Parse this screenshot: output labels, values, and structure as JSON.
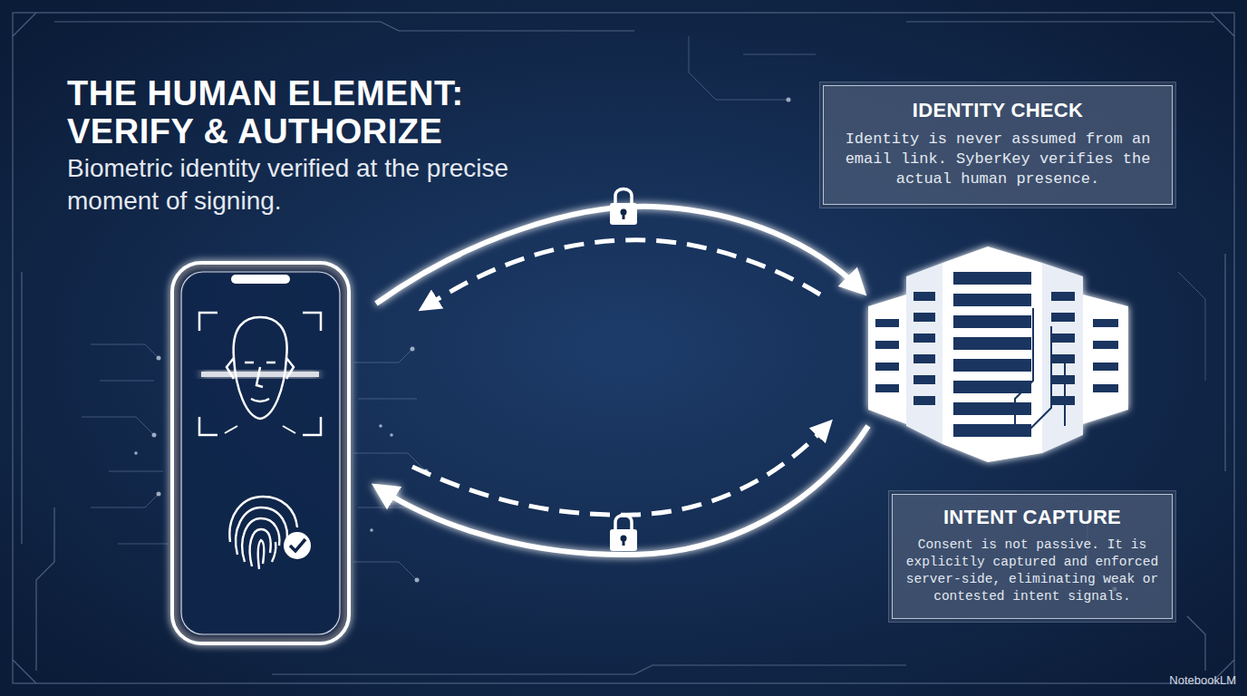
{
  "diagram": {
    "title": "THE HUMAN ELEMENT: VERIFY & AUTHORIZE",
    "nodes": [
      {
        "text": [
          "IDENTITY CHECK",
          "Identity is never assumed from an email link. SyberKey verifies the actual human presence."
        ]
      },
      {
        "text": [
          "INTENT CAPTURE",
          "Consent is not passive. It is explicitly captured and enforced server-side, eliminating weak or contested intent signals."
        ]
      }
    ],
    "labels": [
      "Biometric identity verified at the precise moment of signing.",
      "NotebookLM"
    ]
  }
}
